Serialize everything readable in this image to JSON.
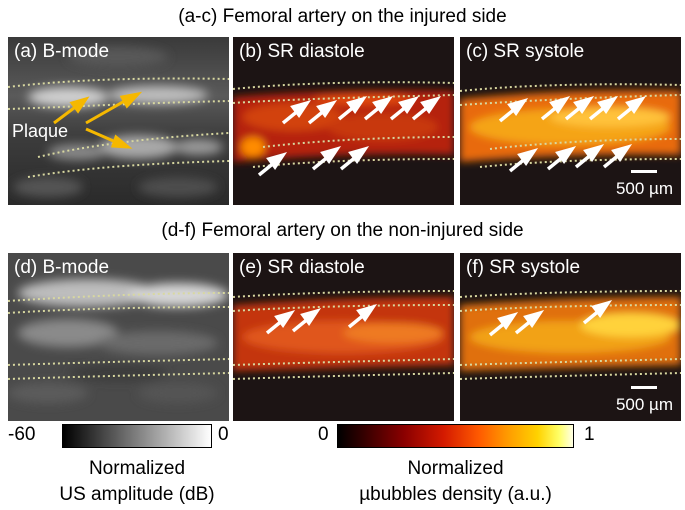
{
  "figure": {
    "row1_title": "(a-c) Femoral artery on the injured side",
    "row2_title": "(d-f) Femoral artery on the non-injured side",
    "panels": {
      "a": {
        "label": "(a) B-mode"
      },
      "b": {
        "label": "(b) SR diastole"
      },
      "c": {
        "label": "(c) SR systole",
        "scale_bar": "500 µm"
      },
      "d": {
        "label": "(d) B-mode"
      },
      "e": {
        "label": "(e) SR diastole"
      },
      "f": {
        "label": "(f) SR systole",
        "scale_bar": "500 µm"
      }
    },
    "plaque_annotation": "Plaque",
    "colorbars": {
      "grayscale": {
        "min_label": "-60",
        "max_label": "0",
        "caption_line1": "Normalized",
        "caption_line2": "US amplitude (dB)",
        "colormap": "gray"
      },
      "hot": {
        "min_label": "0",
        "max_label": "1",
        "caption_line1": "Normalized",
        "caption_line2": "µbubbles density (a.u.)",
        "colormap": "hot"
      }
    },
    "colors": {
      "arrow": "#ffffff",
      "plaque_arrow": "#f5b800",
      "vessel_boundary": "#d8d8a0"
    }
  }
}
